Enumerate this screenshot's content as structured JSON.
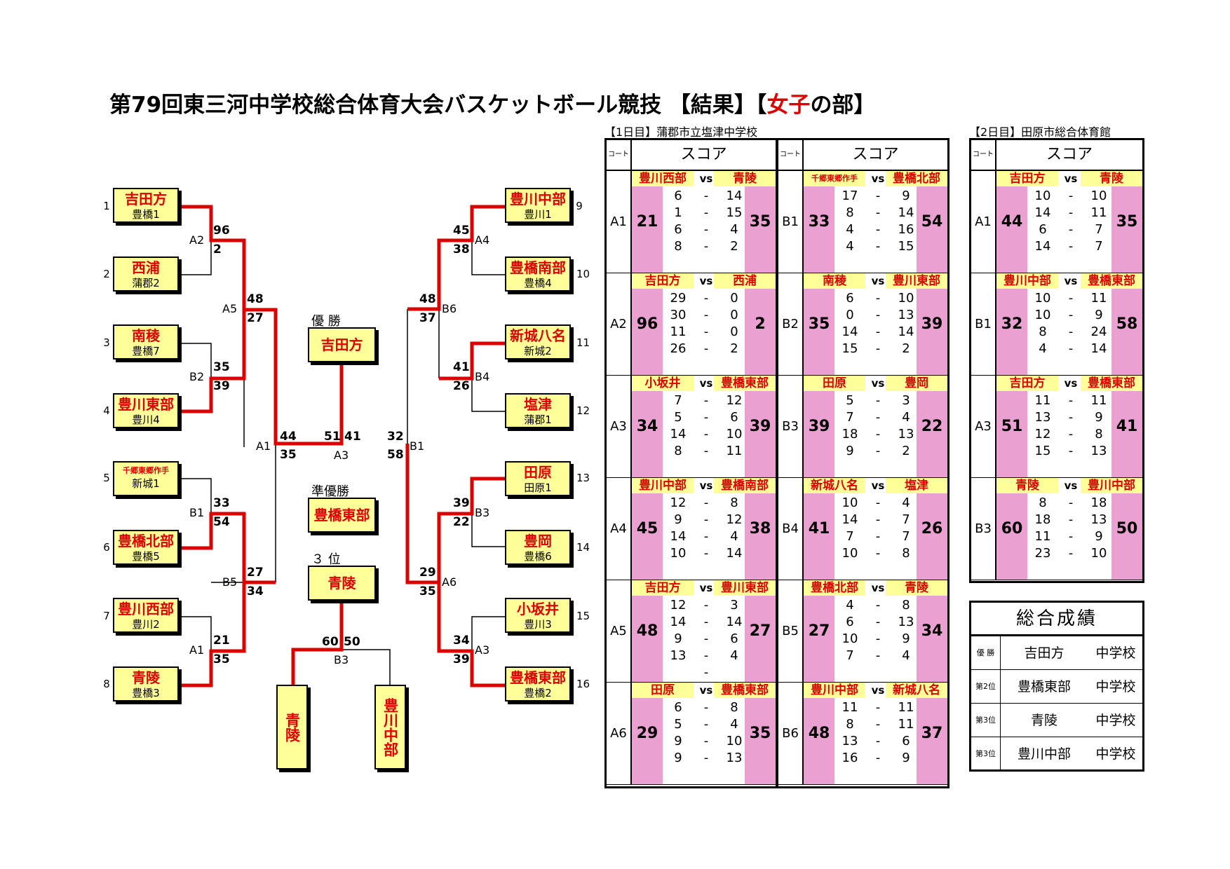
{
  "title": {
    "main": "第79回東三河中学校総合体育大会バスケットボール競技 【結果】【",
    "red": "女子",
    "tail": "の部】"
  },
  "venues": {
    "day1": "【1日目】蒲郡市立塩津中学校",
    "day2": "【2日目】田原市総合体育館"
  },
  "colors": {
    "team_name": "#e00000",
    "team_box": "#ffff99",
    "score_band": "#eaa0d0",
    "winner_line": "#dd0000"
  },
  "bracket": {
    "teams": [
      {
        "seed": "1",
        "name": "吉田方",
        "area": "豊橋1"
      },
      {
        "seed": "2",
        "name": "西浦",
        "area": "蒲郡2"
      },
      {
        "seed": "3",
        "name": "南稜",
        "area": "豊橋7"
      },
      {
        "seed": "4",
        "name": "豊川東部",
        "area": "豊川4"
      },
      {
        "seed": "5",
        "name": "千郷東郷作手",
        "area": "新城1"
      },
      {
        "seed": "6",
        "name": "豊橋北部",
        "area": "豊橋5"
      },
      {
        "seed": "7",
        "name": "豊川西部",
        "area": "豊川2"
      },
      {
        "seed": "8",
        "name": "青陵",
        "area": "豊橋3"
      },
      {
        "seed": "9",
        "name": "豊川中部",
        "area": "豊川1"
      },
      {
        "seed": "10",
        "name": "豊橋南部",
        "area": "豊橋4"
      },
      {
        "seed": "11",
        "name": "新城八名",
        "area": "新城2"
      },
      {
        "seed": "12",
        "name": "塩津",
        "area": "蒲郡1"
      },
      {
        "seed": "13",
        "name": "田原",
        "area": "田原1"
      },
      {
        "seed": "14",
        "name": "豊岡",
        "area": "豊橋6"
      },
      {
        "seed": "15",
        "name": "小坂井",
        "area": "豊川3"
      },
      {
        "seed": "16",
        "name": "豊橋東部",
        "area": "豊橋2"
      }
    ],
    "game_labels": {
      "l_a2": "A2",
      "l_b2": "B2",
      "l_b1": "B1",
      "l_a1": "A1",
      "l_a5": "A5",
      "l_b5": "B5",
      "l_a1f": "A1",
      "r_a4": "A4",
      "r_b4": "B4",
      "r_b3": "B3",
      "r_a3": "A3",
      "r_b6": "B6",
      "r_a6": "A6",
      "r_b1f": "B1",
      "final": "A3",
      "third": "B3"
    },
    "scores": {
      "l_a2_top": "96",
      "l_a2_bot": "2",
      "l_b2_top": "35",
      "l_b2_bot": "39",
      "l_b1_top": "33",
      "l_b1_bot": "54",
      "l_a1_top": "21",
      "l_a1_bot": "35",
      "l_a5_top": "48",
      "l_a5_bot": "27",
      "l_b5_top": "27",
      "l_b5_bot": "34",
      "l_semi_top": "44",
      "l_semi_bot": "35",
      "r_a4_top": "45",
      "r_a4_bot": "38",
      "r_b4_top": "41",
      "r_b4_bot": "26",
      "r_b3_top": "39",
      "r_b3_bot": "22",
      "r_a3_top": "34",
      "r_a3_bot": "39",
      "r_b6_top": "48",
      "r_b6_bot": "37",
      "r_a6_top": "29",
      "r_a6_bot": "35",
      "r_semi_top": "32",
      "r_semi_bot": "58",
      "final_l": "51",
      "final_r": "41",
      "third_l": "60",
      "third_r": "50"
    },
    "ranks": {
      "champ_label": "優 勝",
      "champ": "吉田方",
      "runner_label": "準優勝",
      "runner": "豊橋東部",
      "third_label": "３ 位",
      "third": "青陵",
      "third_a": "青陵",
      "third_b": "豊川中部"
    }
  },
  "court_header": {
    "court": "コート",
    "score": "スコア"
  },
  "day1_A": [
    {
      "court": "A1",
      "team_a": "豊川西部",
      "vs": "vs",
      "team_b": "青陵",
      "total_a": "21",
      "total_b": "35",
      "quarters": [
        [
          "6",
          "-",
          "14"
        ],
        [
          "1",
          "-",
          "15"
        ],
        [
          "6",
          "-",
          "4"
        ],
        [
          "8",
          "-",
          "2"
        ]
      ]
    },
    {
      "court": "A2",
      "team_a": "吉田方",
      "vs": "vs",
      "team_b": "西浦",
      "total_a": "96",
      "total_b": "2",
      "quarters": [
        [
          "29",
          "-",
          "0"
        ],
        [
          "30",
          "-",
          "0"
        ],
        [
          "11",
          "-",
          "0"
        ],
        [
          "26",
          "-",
          "2"
        ]
      ]
    },
    {
      "court": "A3",
      "team_a": "小坂井",
      "vs": "vs",
      "team_b": "豊橋東部",
      "total_a": "34",
      "total_b": "39",
      "quarters": [
        [
          "7",
          "-",
          "12"
        ],
        [
          "5",
          "-",
          "6"
        ],
        [
          "14",
          "-",
          "10"
        ],
        [
          "8",
          "-",
          "11"
        ]
      ]
    },
    {
      "court": "A4",
      "team_a": "豊川中部",
      "vs": "vs",
      "team_b": "豊橋南部",
      "total_a": "45",
      "total_b": "38",
      "quarters": [
        [
          "12",
          "-",
          "8"
        ],
        [
          "9",
          "-",
          "12"
        ],
        [
          "14",
          "-",
          "4"
        ],
        [
          "10",
          "-",
          "14"
        ]
      ]
    },
    {
      "court": "A5",
      "team_a": "吉田方",
      "vs": "vs",
      "team_b": "豊川東部",
      "total_a": "48",
      "total_b": "27",
      "quarters": [
        [
          "12",
          "-",
          "3"
        ],
        [
          "14",
          "-",
          "14"
        ],
        [
          "9",
          "-",
          "6"
        ],
        [
          "13",
          "-",
          "4"
        ],
        [
          "",
          "-",
          ""
        ]
      ]
    },
    {
      "court": "A6",
      "team_a": "田原",
      "vs": "vs",
      "team_b": "豊橋東部",
      "total_a": "29",
      "total_b": "35",
      "quarters": [
        [
          "6",
          "-",
          "8"
        ],
        [
          "5",
          "-",
          "4"
        ],
        [
          "9",
          "-",
          "10"
        ],
        [
          "9",
          "-",
          "13"
        ]
      ]
    }
  ],
  "day1_B": [
    {
      "court": "B1",
      "team_a": "千郷東郷作手",
      "vs": "vs",
      "team_b": "豊橋北部",
      "total_a": "33",
      "total_b": "54",
      "quarters": [
        [
          "17",
          "-",
          "9"
        ],
        [
          "8",
          "-",
          "14"
        ],
        [
          "4",
          "-",
          "16"
        ],
        [
          "4",
          "-",
          "15"
        ]
      ]
    },
    {
      "court": "B2",
      "team_a": "南稜",
      "vs": "vs",
      "team_b": "豊川東部",
      "total_a": "35",
      "total_b": "39",
      "quarters": [
        [
          "6",
          "-",
          "10"
        ],
        [
          "0",
          "-",
          "13"
        ],
        [
          "14",
          "-",
          "14"
        ],
        [
          "15",
          "-",
          "2"
        ]
      ]
    },
    {
      "court": "B3",
      "team_a": "田原",
      "vs": "vs",
      "team_b": "豊岡",
      "total_a": "39",
      "total_b": "22",
      "quarters": [
        [
          "5",
          "-",
          "3"
        ],
        [
          "7",
          "-",
          "4"
        ],
        [
          "18",
          "-",
          "13"
        ],
        [
          "9",
          "-",
          "2"
        ]
      ]
    },
    {
      "court": "B4",
      "team_a": "新城八名",
      "vs": "vs",
      "team_b": "塩津",
      "total_a": "41",
      "total_b": "26",
      "quarters": [
        [
          "10",
          "-",
          "4"
        ],
        [
          "14",
          "-",
          "7"
        ],
        [
          "7",
          "-",
          "7"
        ],
        [
          "10",
          "-",
          "8"
        ]
      ]
    },
    {
      "court": "B5",
      "team_a": "豊橋北部",
      "vs": "vs",
      "team_b": "青陵",
      "total_a": "27",
      "total_b": "34",
      "quarters": [
        [
          "4",
          "-",
          "8"
        ],
        [
          "6",
          "-",
          "13"
        ],
        [
          "10",
          "-",
          "9"
        ],
        [
          "7",
          "-",
          "4"
        ]
      ]
    },
    {
      "court": "B6",
      "team_a": "豊川中部",
      "vs": "vs",
      "team_b": "新城八名",
      "total_a": "48",
      "total_b": "37",
      "quarters": [
        [
          "11",
          "-",
          "11"
        ],
        [
          "8",
          "-",
          "11"
        ],
        [
          "13",
          "-",
          "6"
        ],
        [
          "16",
          "-",
          "9"
        ]
      ]
    }
  ],
  "day2": [
    {
      "court": "A1",
      "team_a": "吉田方",
      "vs": "vs",
      "team_b": "青陵",
      "total_a": "44",
      "total_b": "35",
      "quarters": [
        [
          "10",
          "-",
          "10"
        ],
        [
          "14",
          "-",
          "11"
        ],
        [
          "6",
          "-",
          "7"
        ],
        [
          "14",
          "-",
          "7"
        ]
      ]
    },
    {
      "court": "B1",
      "team_a": "豊川中部",
      "vs": "vs",
      "team_b": "豊橋東部",
      "total_a": "32",
      "total_b": "58",
      "quarters": [
        [
          "10",
          "-",
          "11"
        ],
        [
          "10",
          "-",
          "9"
        ],
        [
          "8",
          "-",
          "24"
        ],
        [
          "4",
          "-",
          "14"
        ]
      ]
    },
    {
      "court": "A3",
      "team_a": "吉田方",
      "vs": "vs",
      "team_b": "豊橋東部",
      "total_a": "51",
      "total_b": "41",
      "quarters": [
        [
          "11",
          "-",
          "11"
        ],
        [
          "13",
          "-",
          "9"
        ],
        [
          "12",
          "-",
          "8"
        ],
        [
          "15",
          "-",
          "13"
        ]
      ]
    },
    {
      "court": "B3",
      "team_a": "青陵",
      "vs": "vs",
      "team_b": "豊川中部",
      "total_a": "60",
      "total_b": "50",
      "quarters": [
        [
          "8",
          "-",
          "18"
        ],
        [
          "18",
          "-",
          "13"
        ],
        [
          "11",
          "-",
          "9"
        ],
        [
          "23",
          "-",
          "10"
        ]
      ]
    }
  ],
  "overall": {
    "title": "総合成績",
    "rows": [
      {
        "place": "優 勝",
        "name": "吉田方",
        "school": "中学校"
      },
      {
        "place": "第2位",
        "name": "豊橋東部",
        "school": "中学校"
      },
      {
        "place": "第3位",
        "name": "青陵",
        "school": "中学校"
      },
      {
        "place": "第3位",
        "name": "豊川中部",
        "school": "中学校"
      }
    ]
  }
}
